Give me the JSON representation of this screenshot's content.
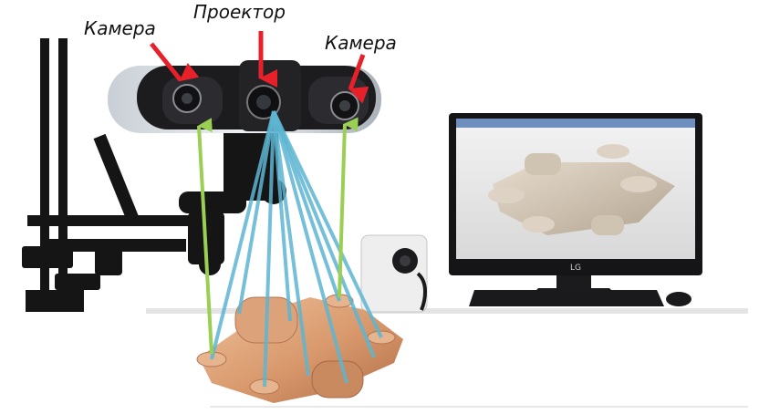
{
  "labels": {
    "camera_left": "Камера",
    "projector": "Проектор",
    "camera_right": "Камера"
  },
  "colors": {
    "arrow": "#e8202a",
    "camera_ray": "#9bcf53",
    "projector_ray": "#5db5d1",
    "part_copper": "#d8986c",
    "part_gray": "#cdbfae",
    "scanner_body": "#1c1c1e"
  },
  "monitor": {
    "brand": "LG"
  }
}
